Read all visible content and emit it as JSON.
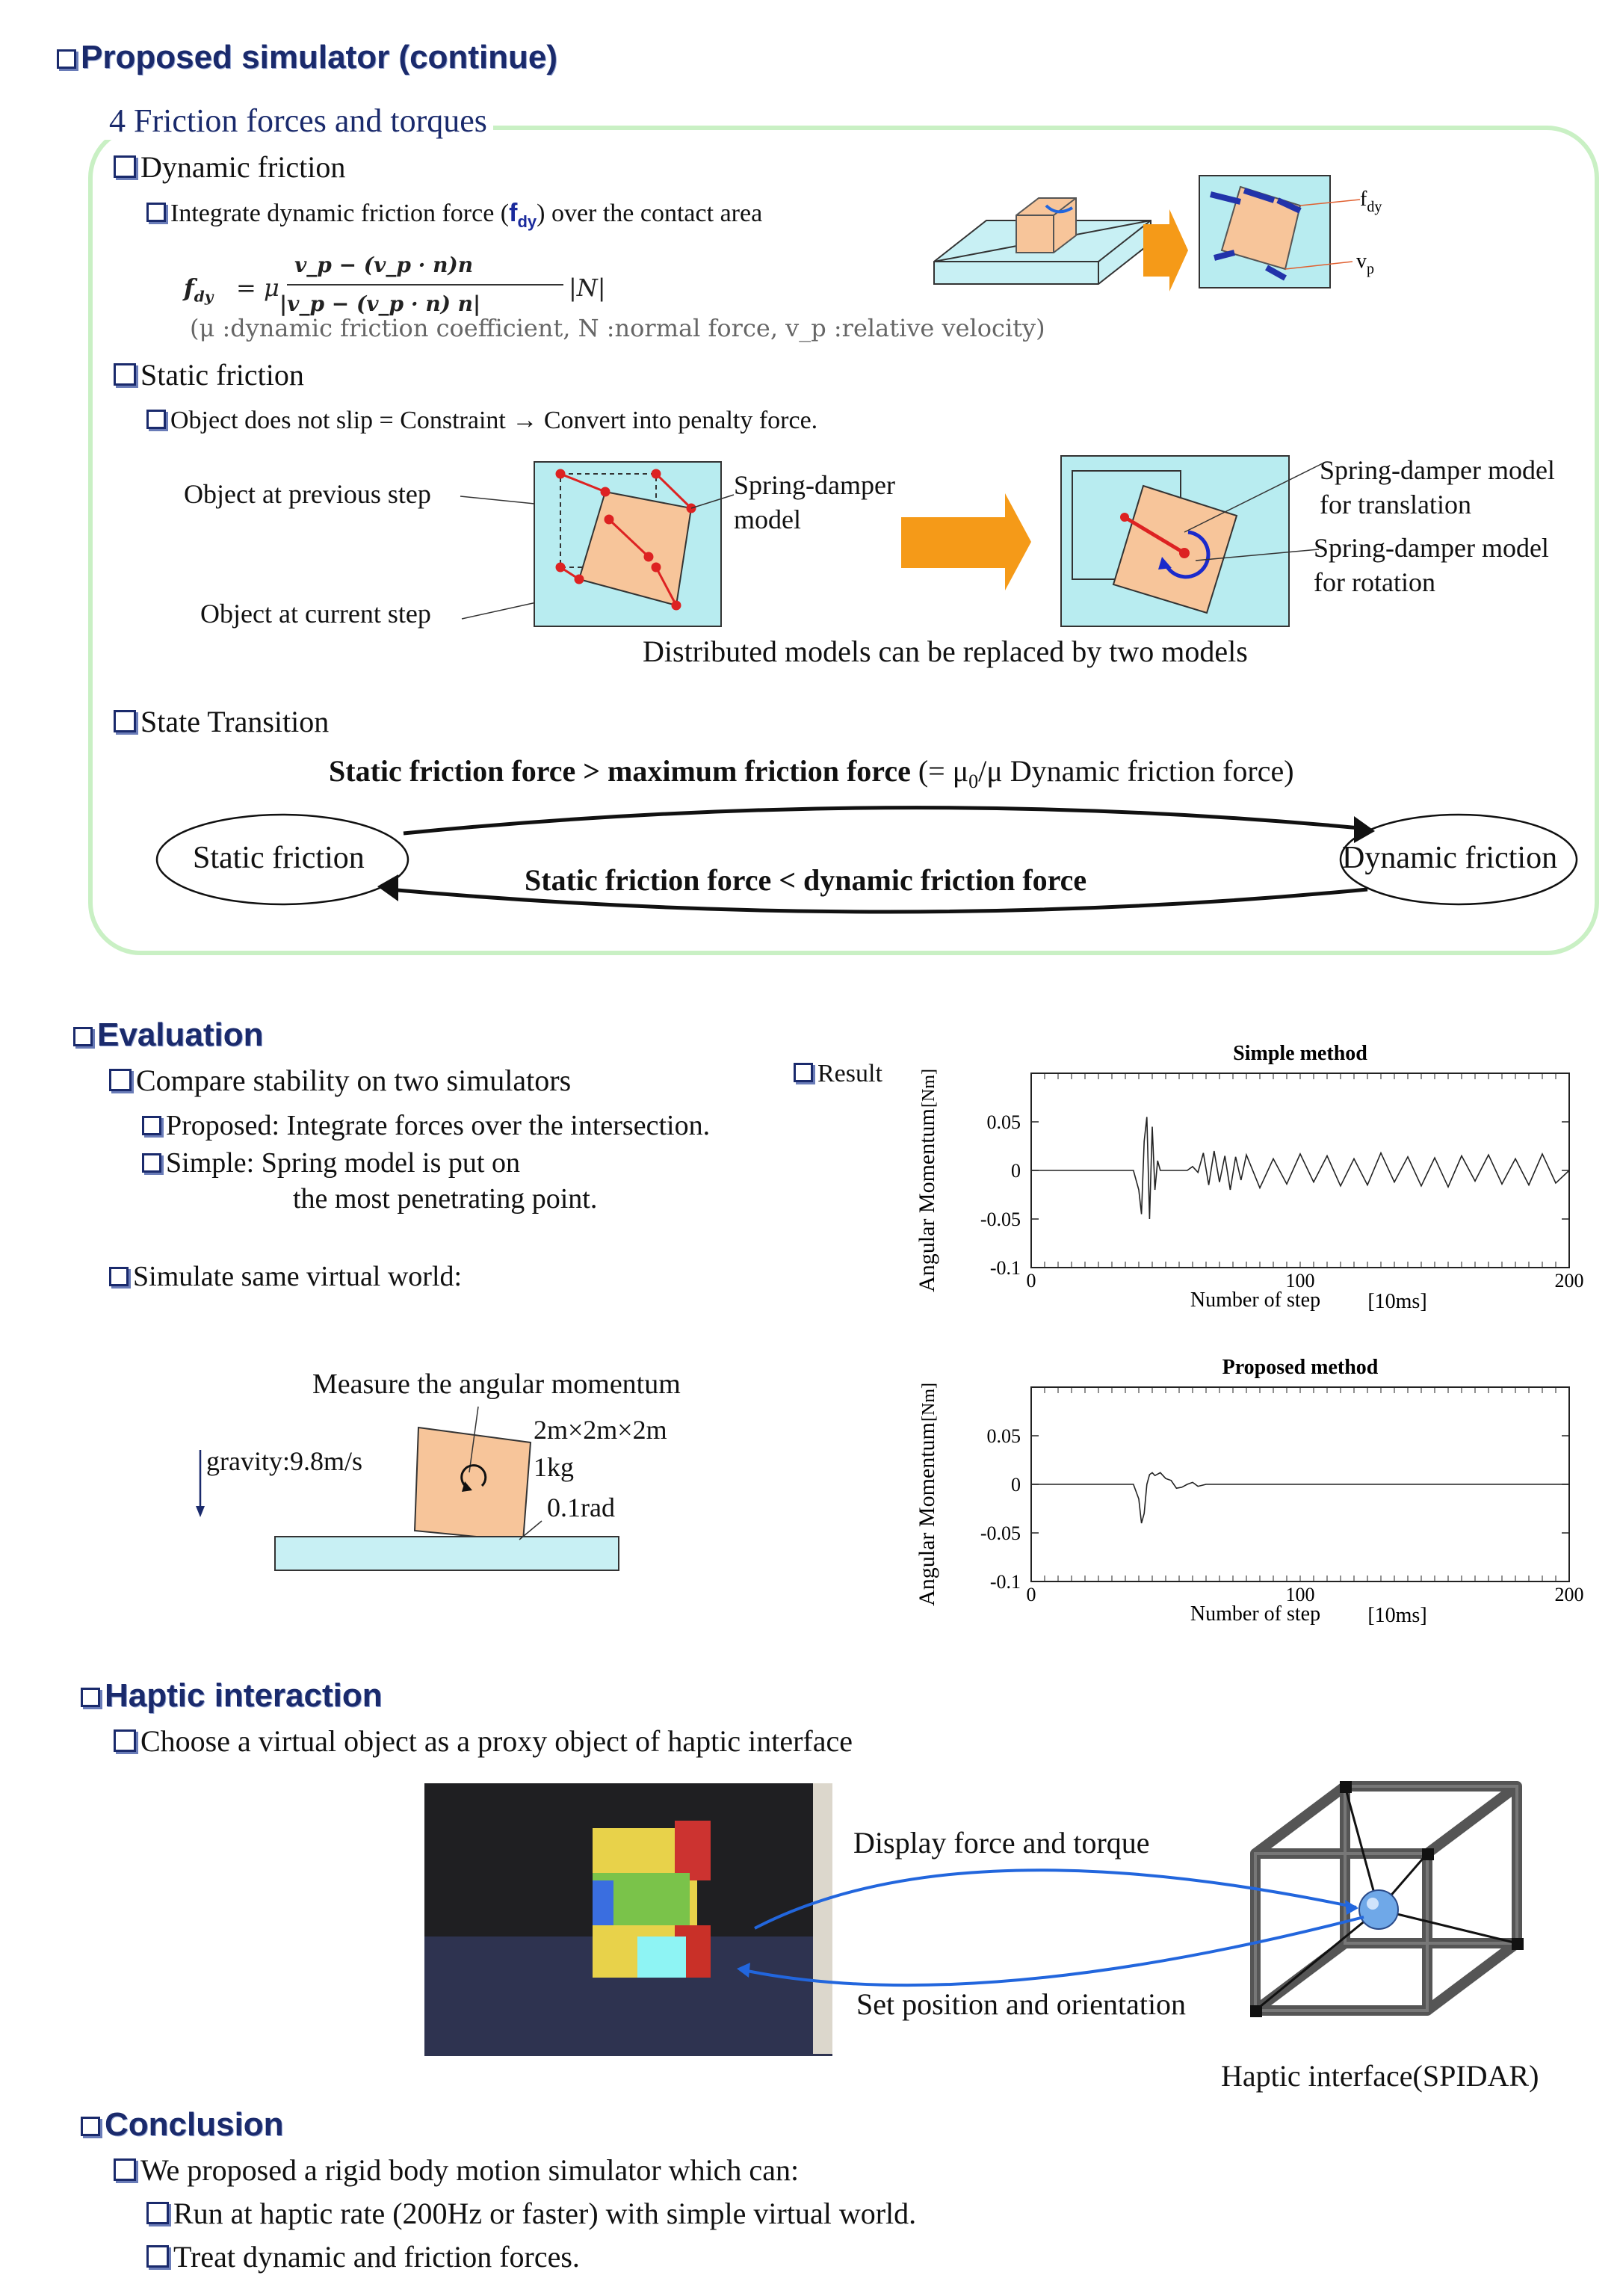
{
  "sections": {
    "proposed": {
      "title": "Proposed simulator (continue)",
      "subtitle": "4 Friction forces and torques",
      "dynamic": {
        "heading": "Dynamic friction",
        "item": "Integrate dynamic friction force (",
        "item_bold": "f",
        "item_sub": "dy",
        "item_end": ") over the contact area",
        "formula_lhs": "f",
        "formula_lhs_sub": "dy",
        "formula_eq": "= μ",
        "formula_num": "v_p − (v_p · n)n",
        "formula_den": "|v_p − (v_p · n) n|",
        "formula_tail": "|N|",
        "legend": "(μ :dynamic friction coefficient, N :normal force, v_p :relative velocity)",
        "diagram_labels": {
          "fdy": "f",
          "fdy_sub": "dy",
          "vp": "v",
          "vp_sub": "p"
        }
      },
      "static": {
        "heading": "Static friction",
        "item": "Object does not slip  = Constraint → Convert into penalty force.",
        "label_prev": "Object at previous step",
        "label_curr": "Object at current step",
        "label_spring": "Spring-damper\nmodel",
        "label_spring_trans": "Spring-damper model\nfor translation",
        "label_spring_rot": "Spring-damper model\nfor rotation",
        "caption": "Distributed models can be replaced by two models"
      },
      "transition": {
        "heading": "State Transition",
        "top_bold": "Static friction force > maximum  friction force",
        "top_rest": " (= μ",
        "top_sub": "0",
        "top_tail": "/μ Dynamic  friction force)",
        "bottom": "Static friction force < dynamic friction force",
        "state_static": "Static friction",
        "state_dynamic": "Dynamic  friction"
      }
    },
    "evaluation": {
      "title": "Evaluation",
      "item1": "Compare stability on two simulators",
      "item1a": "Proposed: Integrate forces over the intersection.",
      "item1b": "Simple: Spring model is put on",
      "item1b2": "the most penetrating point.",
      "item2": "Simulate same virtual world:",
      "world": {
        "measure": "Measure the angular momentum",
        "gravity": "gravity:9.8m/s",
        "size": "2m×2m×2m",
        "mass": "1kg",
        "angle": "0.1rad"
      },
      "result_label": "Result"
    },
    "haptic": {
      "title": "Haptic interaction",
      "item": "Choose a virtual object as a proxy object of haptic interface",
      "display": "Display force and torque",
      "set": "Set position and orientation",
      "device": "Haptic interface(SPIDAR)"
    },
    "conclusion": {
      "title": "Conclusion",
      "item": "We proposed a rigid body motion simulator which can:",
      "sub1": "Run at haptic rate (200Hz or faster) with simple virtual world.",
      "sub2": "Treat dynamic and friction forces."
    }
  },
  "chart_data": [
    {
      "type": "line",
      "title": "Simple method",
      "xlabel": "Number of step",
      "xunit": "[10ms]",
      "ylabel": "Angular Momentum",
      "yunit": "[Nm]",
      "xlim": [
        0,
        200
      ],
      "ylim": [
        -0.1,
        0.1
      ],
      "xticks": [
        "0",
        "100",
        "200"
      ],
      "yticks": [
        "0.05",
        "0",
        "-0.05",
        "-0.1"
      ],
      "series": [
        {
          "x": [
            0,
            38,
            40,
            41,
            42,
            43,
            44,
            45,
            46,
            47,
            48,
            49,
            50,
            52,
            55,
            58,
            60,
            62,
            64,
            66,
            68,
            70,
            72,
            74,
            76,
            78,
            80,
            85,
            90,
            95,
            100,
            105,
            110,
            115,
            120,
            125,
            130,
            135,
            140,
            145,
            150,
            155,
            160,
            165,
            170,
            175,
            180,
            185,
            190,
            195,
            200
          ],
          "y": [
            0,
            0,
            -0.02,
            -0.045,
            0.03,
            0.055,
            -0.05,
            0.045,
            -0.02,
            0.01,
            0.0,
            0.0,
            0.0,
            0.0,
            0.0,
            0.0,
            0.004,
            -0.002,
            0.018,
            -0.015,
            0.02,
            -0.012,
            0.015,
            -0.02,
            0.014,
            -0.01,
            0.016,
            -0.018,
            0.012,
            -0.014,
            0.017,
            -0.012,
            0.015,
            -0.016,
            0.012,
            -0.015,
            0.018,
            -0.012,
            0.014,
            -0.016,
            0.013,
            -0.017,
            0.015,
            -0.011,
            0.016,
            -0.014,
            0.012,
            -0.015,
            0.017,
            -0.013,
            0.0
          ]
        }
      ]
    },
    {
      "type": "line",
      "title": "Proposed method",
      "xlabel": "Number of step",
      "xunit": "[10ms]",
      "ylabel": "Angular Momentum",
      "yunit": "[Nm]",
      "xlim": [
        0,
        200
      ],
      "ylim": [
        -0.1,
        0.1
      ],
      "xticks": [
        "0",
        "100",
        "200"
      ],
      "yticks": [
        "0.05",
        "0",
        "-0.05",
        "-0.1"
      ],
      "series": [
        {
          "x": [
            0,
            38,
            40,
            41,
            42,
            43,
            44,
            45,
            46,
            48,
            50,
            52,
            54,
            56,
            58,
            60,
            62,
            65,
            70,
            80,
            90,
            100,
            120,
            140,
            160,
            180,
            200
          ],
          "y": [
            0,
            0,
            -0.015,
            -0.04,
            -0.03,
            0.0,
            0.01,
            0.012,
            0.009,
            0.012,
            0.006,
            0.004,
            -0.004,
            -0.003,
            0.0,
            0.002,
            -0.002,
            0.0,
            0.0,
            0.0,
            0.0,
            0.0,
            0.0,
            0.0,
            0.0,
            0.0,
            0.0
          ]
        }
      ]
    }
  ]
}
